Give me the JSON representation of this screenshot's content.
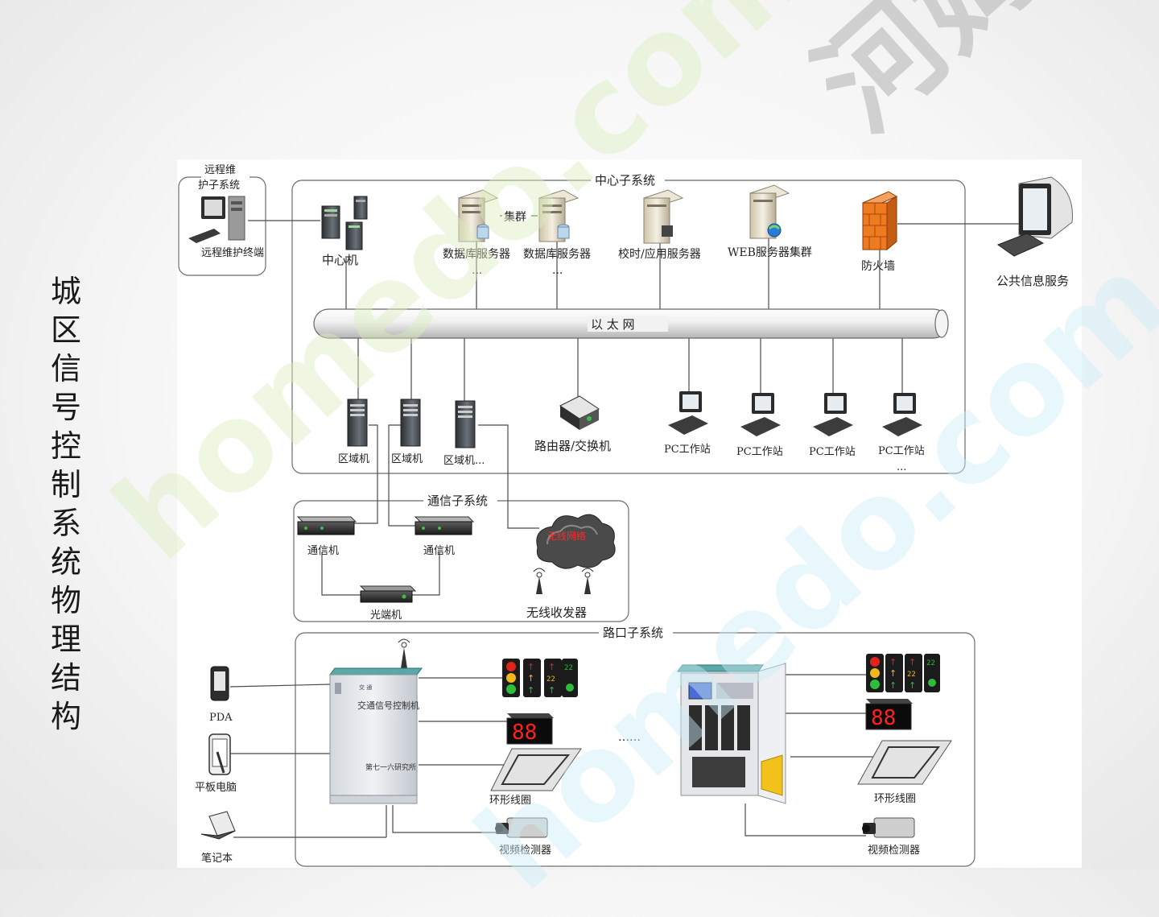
{
  "title": "城区信号控制系统物理结构",
  "groups": {
    "remote": "远程维护子系统",
    "center": "中心子系统",
    "comm": "通信子系统",
    "intersection": "路口子系统"
  },
  "labels": {
    "remote_terminal": "远程维护终端",
    "central_machine": "中心机",
    "db_server_1": "数据库服务器",
    "db_server_2": "数据库服务器",
    "cluster": "集群",
    "ellipsis": "...",
    "time_server": "校时/应用服务器",
    "web_cluster": "WEB服务器集群",
    "firewall": "防火墙",
    "public_service": "公共信息服务",
    "ethernet": "以 太 网",
    "zone_1": "区域机",
    "zone_2": "区域机",
    "zone_3": "区域机...",
    "router": "路由器/交换机",
    "pc_ws": "PC工作站",
    "comm_machine": "通信机",
    "optical": "光端机",
    "wireless_net": "无线网络",
    "wireless_tx": "无线收发器",
    "pda": "PDA",
    "tablet": "平板电脑",
    "laptop": "笔记本",
    "controller_text": "交通信号控制机",
    "controller_maker": "第七一六研究所",
    "dots": "……",
    "loop": "环形线圈",
    "video": "视频检测器",
    "countdown": "88",
    "signal_22": "22"
  },
  "colors": {
    "frame": "#6b6b6b",
    "firewall": "#f07a20",
    "cabinet": "#e6e8ec",
    "cabinet_top": "#5aa8a8",
    "countdown_bg": "#0b0b0b",
    "countdown_fg": "#ff2020",
    "light_red": "#e0231b",
    "light_yellow": "#f0b81a",
    "light_green": "#2ebc3a",
    "watermark_gray": "#bfbfbf",
    "watermark_green": "#d7ecb8",
    "watermark_cyan": "#c7eaf5"
  },
  "icons": [
    "server-icon",
    "monitor-icon",
    "firewall-icon",
    "router-icon",
    "cloud-icon",
    "antenna-icon",
    "traffic-light-icon",
    "camera-icon",
    "loop-icon",
    "cabinet-icon"
  ],
  "watermark": {
    "brand_cn": "河姆渡",
    "brand_en": "homedo.com"
  }
}
